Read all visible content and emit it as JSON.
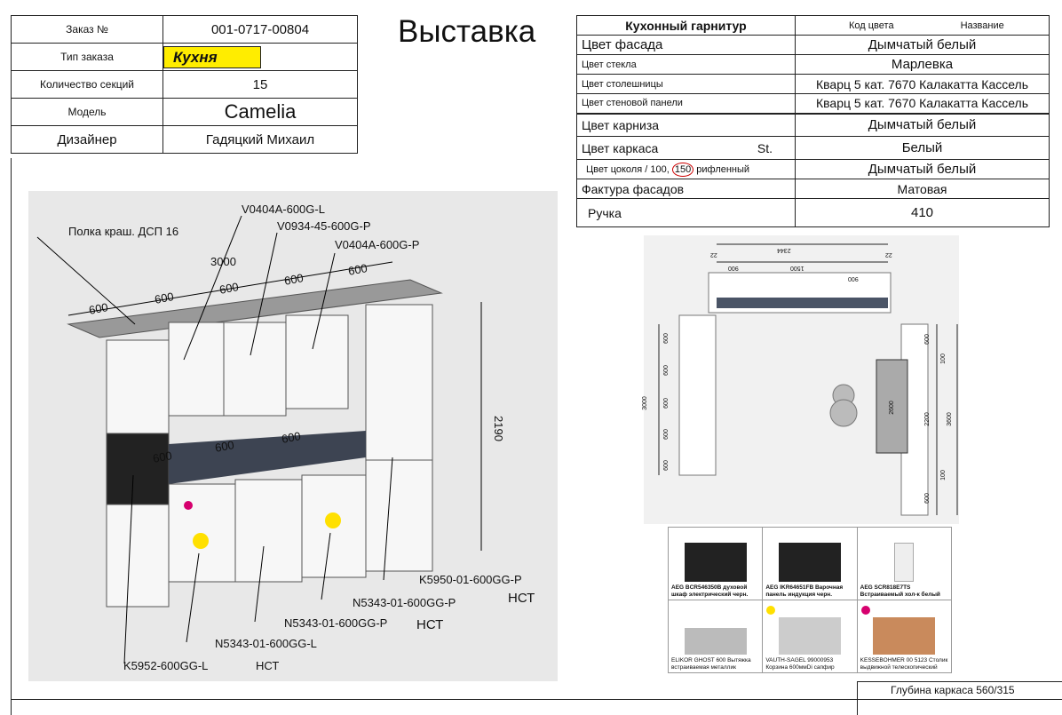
{
  "order": {
    "rows": [
      {
        "label": "Заказ №",
        "value": "001-0717-00804"
      },
      {
        "label": "Тип заказа",
        "value": "Кухня"
      },
      {
        "label": "Количество секций",
        "value": "15"
      },
      {
        "label": "Модель",
        "value": "Camelia"
      },
      {
        "label": "Дизайнер",
        "value": "Гадяцкий Михаил"
      }
    ]
  },
  "title": "Выставка",
  "specs": {
    "header": "Кухонный гарнитур",
    "col_code": "Код цвета",
    "col_name": "Название",
    "rows": [
      {
        "label": "Цвет фасада",
        "value": "Дымчатый белый"
      },
      {
        "label": "Цвет стекла",
        "value": "Марлевка"
      },
      {
        "label": "Цвет столешницы",
        "value": "Кварц 5 кат. 7670 Калакатта Кассель"
      },
      {
        "label": "Цвет стеновой панели",
        "value": "Кварц 5 кат. 7670 Калакатта Кассель"
      },
      {
        "label": "Цвет карниза",
        "value": "Дымчатый белый"
      },
      {
        "label": "Цвет каркаса",
        "extra": "St.",
        "value": "Белый"
      },
      {
        "label": "Цвет цоколя / 100,",
        "circled": "150",
        "label_tail": "рифленный",
        "value": "Дымчатый белый"
      },
      {
        "label": "Фактура фасадов",
        "value": "Матовая"
      },
      {
        "label": "Ручка",
        "value": "410"
      }
    ]
  },
  "drawing": {
    "labels": [
      "V0404A-600G-L",
      "Полка краш. ДСП 16",
      "V0934-45-600G-P",
      "V0404A-600G-P",
      "K5950-01-600GG-P",
      "НСТ",
      "N5343-01-600GG-P",
      "N5343-01-600GG-P",
      "НСТ",
      "N5343-01-600GG-L",
      "K5952-600GG-L",
      "НСТ"
    ],
    "dims": [
      "3000",
      "600",
      "600",
      "600",
      "600",
      "600",
      "600",
      "600",
      "600",
      "2190"
    ]
  },
  "plan": {
    "dims": [
      "2344",
      "900",
      "1500",
      "900",
      "22",
      "22",
      "3000",
      "600",
      "600",
      "600",
      "600",
      "600",
      "600",
      "100",
      "2200",
      "3600",
      "100",
      "600",
      "2600"
    ]
  },
  "appliances": [
    {
      "name": "AEG BCR546350B духовой шкаф электрический черн."
    },
    {
      "name": "AEG IKR64651FB Варочная панель индукция черн."
    },
    {
      "name": "AEG SCR818E7TS Встраиваемый хол-к белый"
    },
    {
      "name": "ELIKOR GHOST 600 Вытяжка встраиваемая металлик"
    },
    {
      "name": "VAUTH-SAGEL 99000953 Корзина 600ммDi сапфир",
      "marker": "#ffe000"
    },
    {
      "name": "KESSEBOHMER 00 5123 Столик выдвижной телескопический",
      "marker": "#d6006e"
    }
  ],
  "footer": "Глубина каркаса 560/315"
}
